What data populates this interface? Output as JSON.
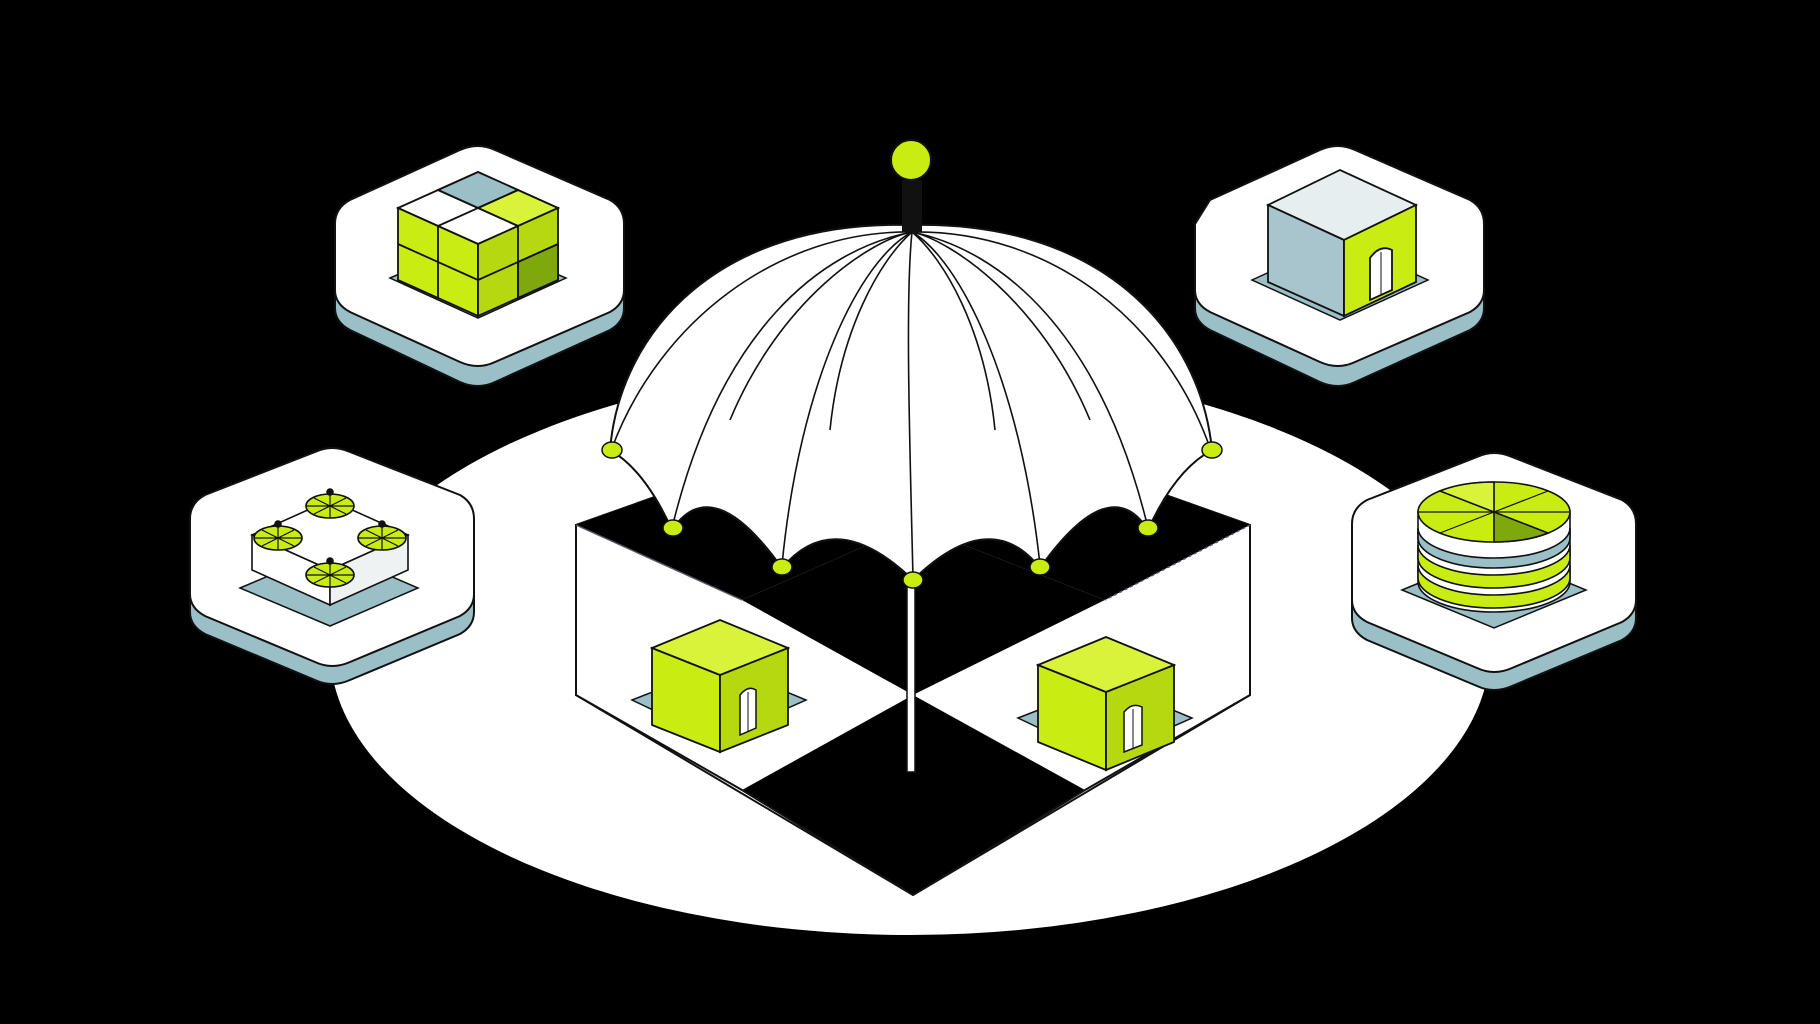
{
  "palette": {
    "background": "#000000",
    "platform": "#ffffff",
    "tile_face": "#ffffff",
    "tile_side": "#9bbfc6",
    "accent": "#c9ec12",
    "accent_dark": "#7fa80c",
    "outline": "#1a1a1a",
    "box_side_blue": "#a8c4cc",
    "box_top_light": "#e6eef0"
  },
  "elements": {
    "umbrella": {
      "icon": "umbrella-icon"
    },
    "central_base": {
      "icon": "isometric-base-icon"
    },
    "tiles": [
      {
        "id": "tile-top-left",
        "icon": "grid-cube-icon"
      },
      {
        "id": "tile-top-right",
        "icon": "box-with-door-icon"
      },
      {
        "id": "tile-mid-left",
        "icon": "fan-cluster-icon"
      },
      {
        "id": "tile-mid-right",
        "icon": "database-stack-icon"
      }
    ],
    "inner_boxes": [
      {
        "id": "inner-box-left",
        "icon": "box-with-door-icon"
      },
      {
        "id": "inner-box-right",
        "icon": "box-with-door-icon"
      }
    ]
  }
}
